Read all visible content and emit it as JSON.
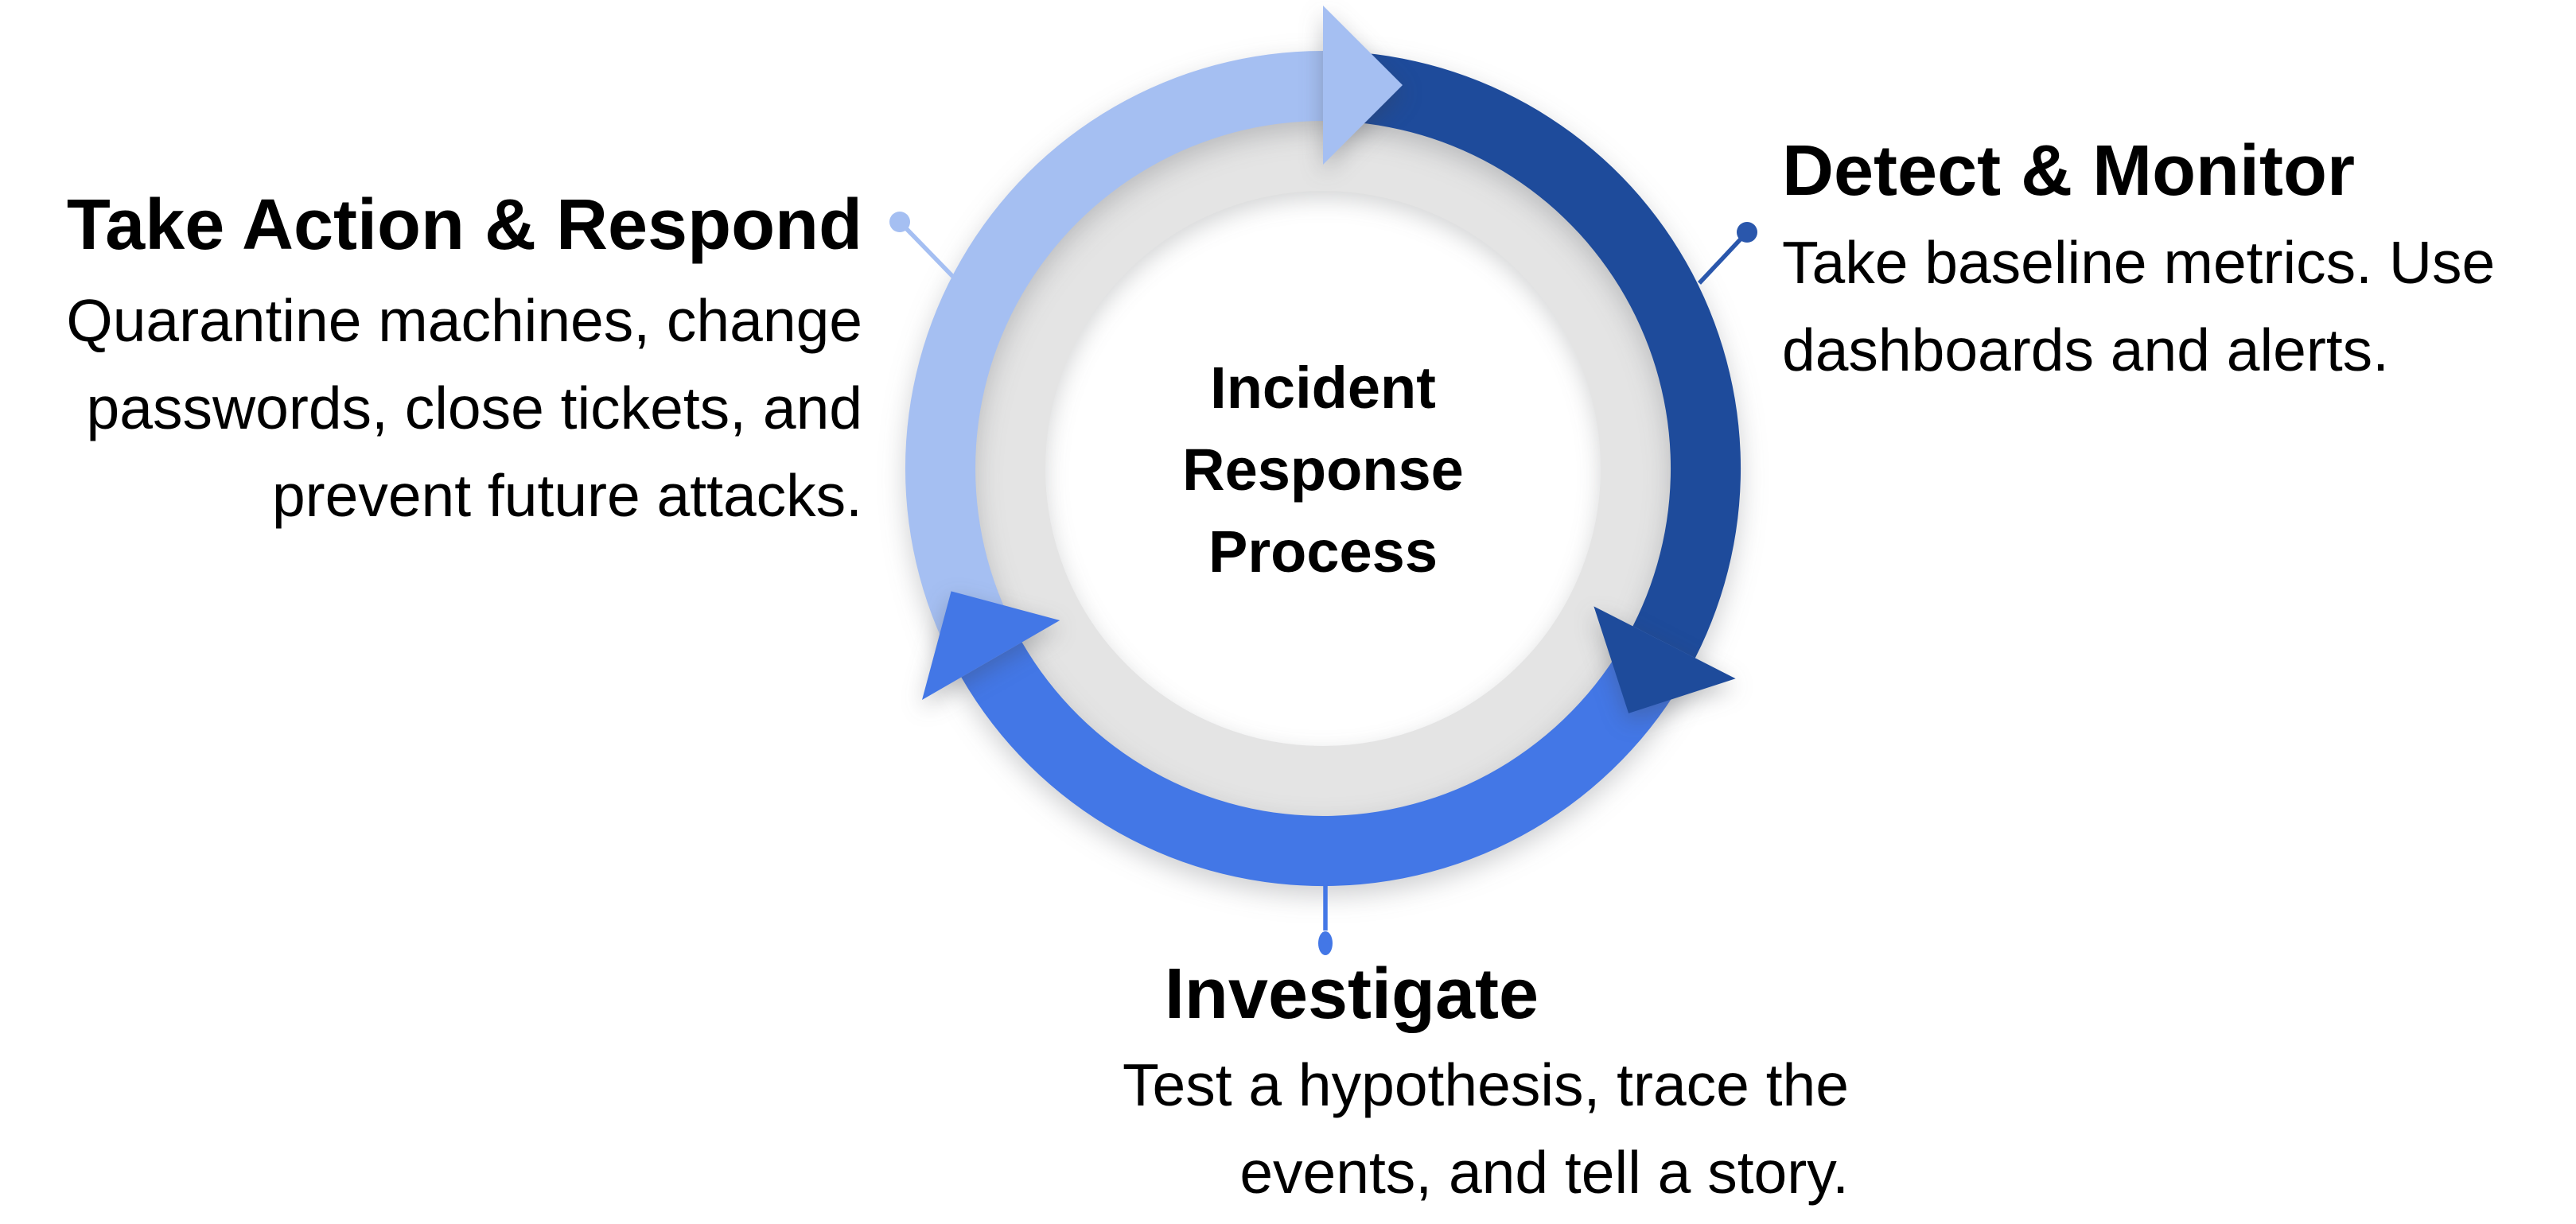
{
  "diagram": {
    "center": {
      "lines": [
        "Incident",
        "Response",
        "Process"
      ]
    },
    "stages": {
      "detect": {
        "title": "Detect & Monitor",
        "lines": [
          "Take baseline metrics. Use",
          "dashboards and alerts."
        ]
      },
      "investigate": {
        "title": "Investigate",
        "lines": [
          "Test a hypothesis, trace the",
          "events, and tell a story."
        ]
      },
      "respond": {
        "title": "Take Action & Respond",
        "lines": [
          "Quarantine machines, change",
          "passwords, close tickets, and",
          "prevent future attacks."
        ]
      }
    },
    "colors": {
      "detect": "#1E4B9B",
      "investigate": "#4377E6",
      "respond": "#A5BFF2",
      "detect_connector": "#2A57AC",
      "ring_gray": "#E4E4E4",
      "text": "#000000",
      "background": "#FFFFFF"
    }
  }
}
